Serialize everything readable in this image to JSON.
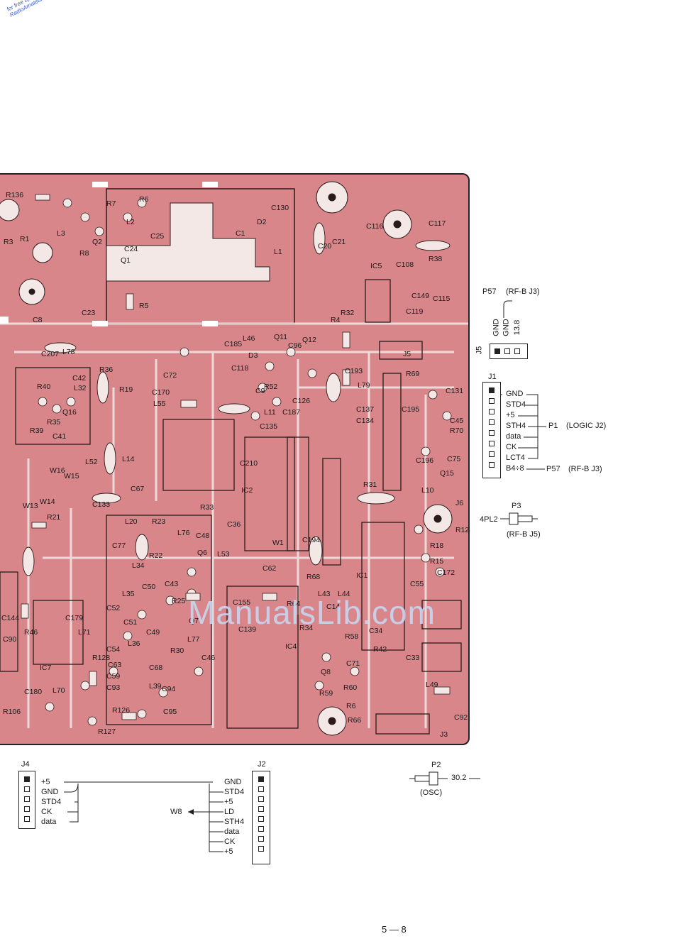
{
  "watermark": {
    "line1": "for free by",
    "line2": "RadioAmateur.eu"
  },
  "board_logo": "ManualsLib.com",
  "pcb_labels": [
    "R136",
    "R6",
    "R7",
    "L2",
    "C25",
    "C24",
    "Q1",
    "Q2",
    "L3",
    "R1",
    "R3",
    "R8",
    "C8",
    "C23",
    "R5",
    "C130",
    "D2",
    "C1",
    "L1",
    "C116",
    "C117",
    "R38",
    "C21",
    "C20",
    "C108",
    "IC5",
    "C115",
    "C149",
    "C119",
    "R4",
    "R32",
    "Q11",
    "Q12",
    "C96",
    "L46",
    "D3",
    "C185",
    "C118",
    "L78",
    "C207",
    "C72",
    "C170",
    "L55",
    "R19",
    "R36",
    "C42",
    "L32",
    "R40",
    "R35",
    "Q16",
    "C41",
    "R39",
    "C9",
    "R52",
    "C126",
    "C187",
    "C137",
    "C134",
    "C135",
    "L79",
    "C193",
    "R69",
    "C195",
    "L11",
    "C131",
    "C45",
    "R70",
    "C75",
    "Q15",
    "C196",
    "L10",
    "R31",
    "J6",
    "R12",
    "R18",
    "R15",
    "C172",
    "C55",
    "L52",
    "L14",
    "W15",
    "W16",
    "W14",
    "W13",
    "R21",
    "C133",
    "C67",
    "R33",
    "C210",
    "IC2",
    "C36",
    "L20",
    "R23",
    "L76",
    "C48",
    "C77",
    "R22",
    "Q6",
    "L34",
    "L35",
    "C50",
    "C43",
    "C49",
    "C52",
    "C51",
    "L53",
    "C155",
    "R64",
    "C139",
    "IC4",
    "IC1",
    "W1",
    "C62",
    "C194",
    "R68",
    "L43",
    "L44",
    "C14",
    "R34",
    "R58",
    "C71",
    "C34",
    "Q8",
    "R59",
    "R60",
    "R6",
    "R66",
    "C92",
    "L49",
    "C144",
    "C179",
    "L71",
    "R46",
    "C90",
    "R128",
    "C180",
    "L70",
    "IC7",
    "R106",
    "R126",
    "R127",
    "C95",
    "C94",
    "L39",
    "C68",
    "L77",
    "R30",
    "C46",
    "C54",
    "C63",
    "C59",
    "C93",
    "L36",
    "R25",
    "Q7",
    "J3",
    "J5",
    "R42",
    "C33"
  ],
  "j5": {
    "ref": "P57",
    "desc": "(RF-B J3)",
    "connector": "J5",
    "pins": [
      "GND",
      "GND",
      "13.8"
    ]
  },
  "j1": {
    "connector": "J1",
    "pins": [
      "GND",
      "STD4",
      "+5",
      "STH4",
      "data",
      "CK",
      "LCT4",
      "B4÷8"
    ],
    "p1_ref": "P1",
    "p1_desc": "(LOGIC J2)",
    "p57_ref": "P57",
    "p57_desc": "(RF-B J3)"
  },
  "p3": {
    "ref": "P3",
    "net": "4PL2",
    "desc": "(RF-B J5)"
  },
  "j4": {
    "connector": "J4",
    "pins": [
      "+5",
      "GND",
      "STD4",
      "CK",
      "data"
    ]
  },
  "j2": {
    "connector": "J2",
    "pins": [
      "GND",
      "STD4",
      "+5",
      "LD",
      "STH4",
      "data",
      "CK",
      "+5"
    ],
    "w8": "W8"
  },
  "p2": {
    "ref": "P2",
    "value": "30.2",
    "desc": "(OSC)"
  },
  "page_number": "5 — 8",
  "colors": {
    "board": "#d9868b",
    "trace": "#f4e8e6",
    "outline": "#222222"
  }
}
